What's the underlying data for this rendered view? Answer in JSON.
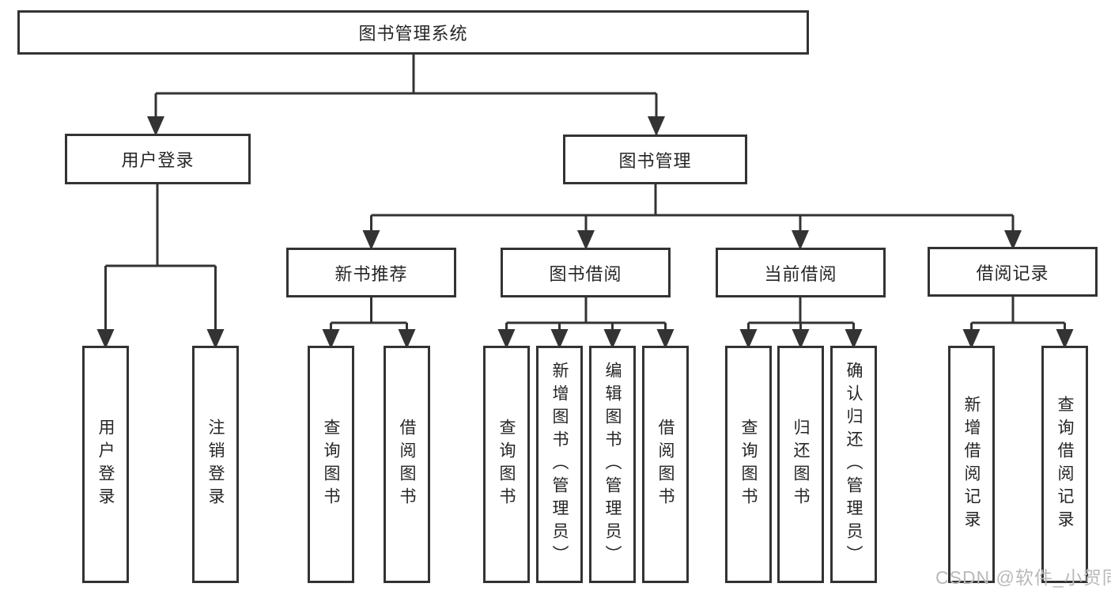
{
  "colors": {
    "line": "#333333",
    "text": "#262626",
    "watermark": "#b9b9b9",
    "bg": "#ffffff"
  },
  "watermark": "CSDN @软件_小贺同学",
  "nodes": {
    "root": "图书管理系统",
    "level1": {
      "user_login": "用户登录",
      "book_management": "图书管理"
    },
    "level2": {
      "new_book_recommend": "新书推荐",
      "book_borrowing": "图书借阅",
      "current_borrowing": "当前借阅",
      "borrowing_records": "借阅记录"
    },
    "leaves": {
      "user_login": "用户登录",
      "logout_login": "注销登录",
      "rec_query_books": "查询图书",
      "rec_borrow_books": "借阅图书",
      "bor_query_books": "查询图书",
      "bor_add_books": "新增图书（管理员）",
      "bor_edit_books": "编辑图书（管理员）",
      "bor_borrow_books": "借阅图书",
      "cur_query_books": "查询图书",
      "cur_return_books": "归还图书",
      "cur_confirm_return": "确认归还（管理员）",
      "recs_add_record": "新增借阅记录",
      "recs_query_record": "查询借阅记录"
    }
  }
}
